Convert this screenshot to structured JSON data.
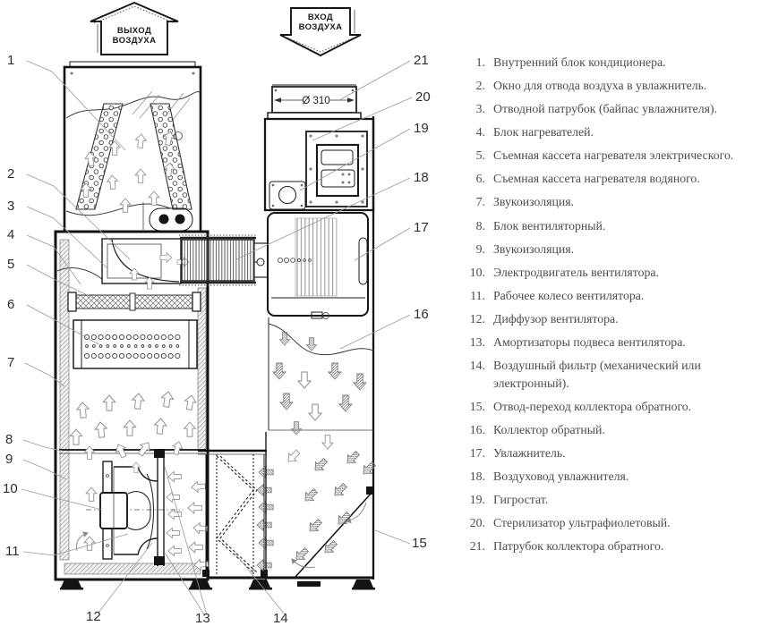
{
  "diagram": {
    "air_out": {
      "line1": "ВЫХОД",
      "line2": "ВОЗДУХА"
    },
    "air_in": {
      "line1": "ВХОД",
      "line2": "ВОЗДУХА"
    },
    "dimension_label": "Ø 310",
    "callouts": [
      "1",
      "2",
      "3",
      "4",
      "5",
      "6",
      "7",
      "8",
      "9",
      "10",
      "11",
      "12",
      "13",
      "14",
      "15",
      "16",
      "17",
      "18",
      "19",
      "20",
      "21"
    ]
  },
  "legend": {
    "items": [
      {
        "num": "1.",
        "text": "Внутренний блок кондиционера."
      },
      {
        "num": "2.",
        "text": "Окно для отвода воздуха в увлажнитель."
      },
      {
        "num": "3.",
        "text": "Отводной патрубок (байпас увлажнителя)."
      },
      {
        "num": "4.",
        "text": "Блок нагревателей."
      },
      {
        "num": "5.",
        "text": "Съемная кассета нагревателя электрического."
      },
      {
        "num": "6.",
        "text": "Съемная кассета нагревателя водяного."
      },
      {
        "num": "7.",
        "text": "Звукоизоляция."
      },
      {
        "num": "8.",
        "text": "Блок вентиляторный."
      },
      {
        "num": "9.",
        "text": "Звукоизоляция."
      },
      {
        "num": "10.",
        "text": "Электродвигатель вентилятора."
      },
      {
        "num": "11.",
        "text": "Рабочее колесо вентилятора."
      },
      {
        "num": "12.",
        "text": "Диффузор вентилятора."
      },
      {
        "num": "13.",
        "text": "Амортизаторы подвеса вентилятора."
      },
      {
        "num": "14.",
        "text": "Воздушный фильтр (механический или электронный)."
      },
      {
        "num": "15.",
        "text": "Отвод-переход коллектора обратного."
      },
      {
        "num": "16.",
        "text": "Коллектор обратный."
      },
      {
        "num": "17.",
        "text": "Увлажнитель."
      },
      {
        "num": "18.",
        "text": "Воздуховод увлажнителя."
      },
      {
        "num": "19.",
        "text": "Гигростат."
      },
      {
        "num": "20.",
        "text": "Стерилизатор ультрафиолетовый."
      },
      {
        "num": "21.",
        "text": "Патрубок коллектора обратного."
      }
    ]
  },
  "colors": {
    "line": "#1c1c1c",
    "legend_text": "#4c4c52",
    "leader": "#9a9a9a"
  }
}
